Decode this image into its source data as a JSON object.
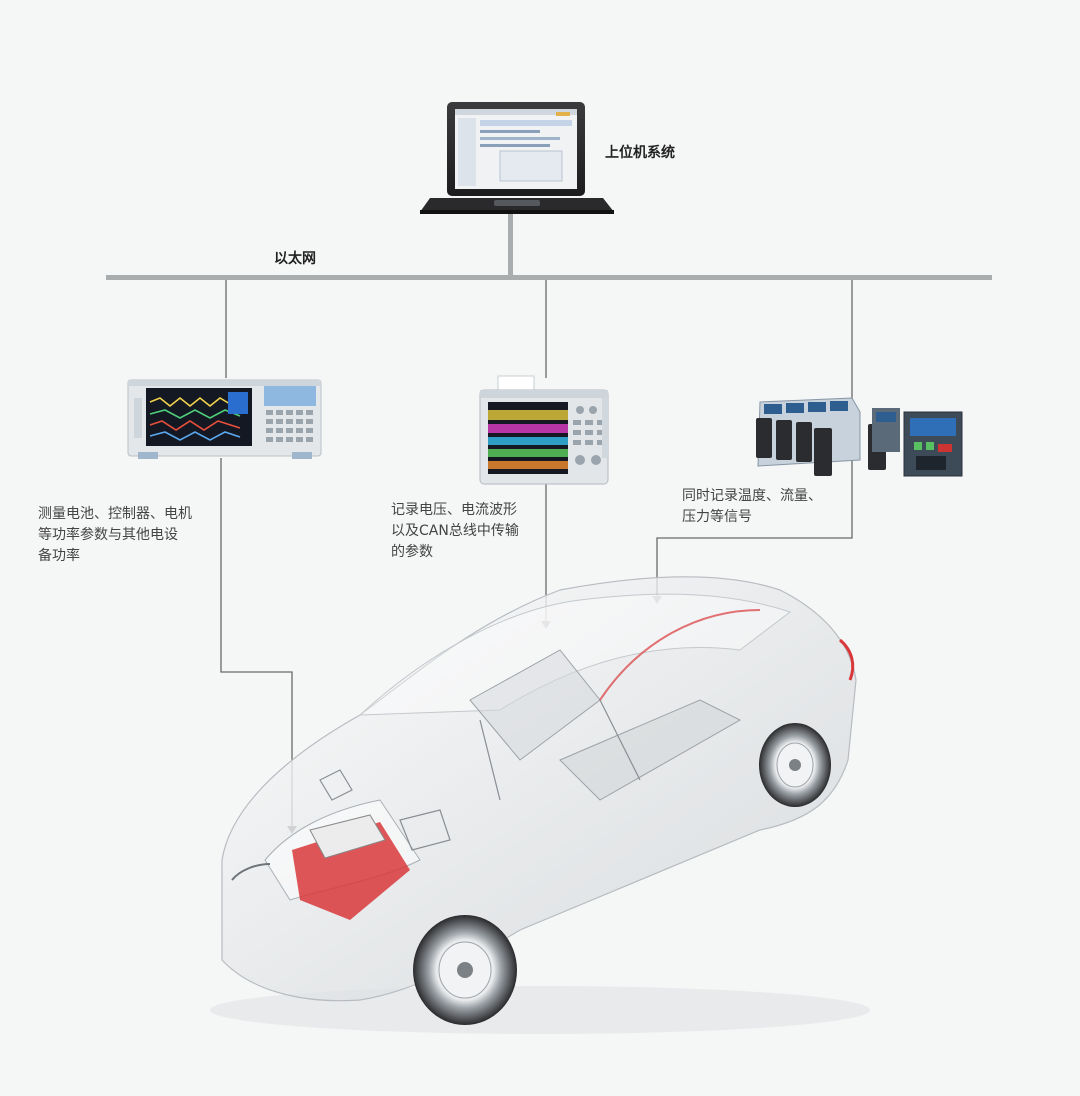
{
  "nodes": {
    "host": {
      "label": "上位机系统"
    },
    "network": {
      "label": "以太网"
    },
    "power_analyzer": {
      "label": "测量电池、控制器、电机\n等功率参数与其他电设\n备功率"
    },
    "oscilloscope": {
      "label": "记录电压、电流波形\n以及CAN总线中传输\n的参数"
    },
    "data_recorder": {
      "label": "同时记录温度、流量、\n压力等信号"
    }
  },
  "colors": {
    "background": "#f5f6f6",
    "bus": "#a9adae",
    "wire": "#6a6a6a",
    "instrument_body": "#dfe3e6",
    "screen_dark": "#1b1f2a",
    "recorder_blue": "#2e5d8f",
    "car_red": "#d8383a"
  }
}
